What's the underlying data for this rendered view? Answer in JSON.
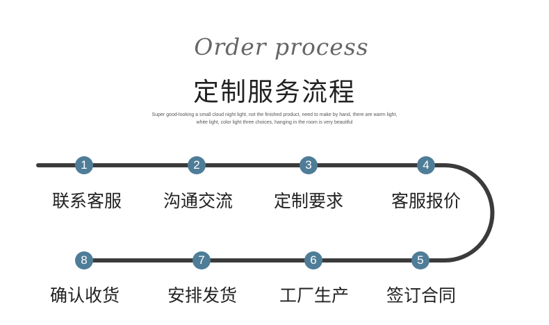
{
  "header": {
    "script_title": "Order process",
    "title": "定制服务流程",
    "subtitle_line1": "Super good-looking a small cloud night light, not the finished product, need to make by hand, there are warm light,",
    "subtitle_line2": "white light, color light three choices, hanging in the room is very beautiful"
  },
  "colors": {
    "track": "#3b3b3b",
    "step_circle": "#4f7d98",
    "text": "#222222"
  },
  "steps": [
    {
      "number": "1",
      "label": "联系客服"
    },
    {
      "number": "2",
      "label": "沟通交流"
    },
    {
      "number": "3",
      "label": "定制要求"
    },
    {
      "number": "4",
      "label": "客服报价"
    },
    {
      "number": "5",
      "label": "签订合同"
    },
    {
      "number": "6",
      "label": "工厂生产"
    },
    {
      "number": "7",
      "label": "安排发货"
    },
    {
      "number": "8",
      "label": "确认收货"
    }
  ]
}
